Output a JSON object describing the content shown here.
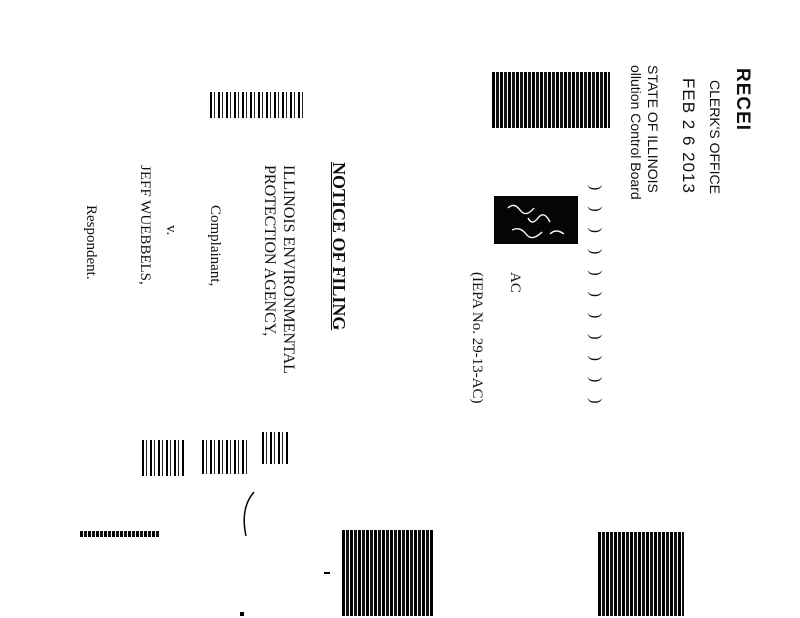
{
  "stamp": {
    "received": "RECEI",
    "clerks_office": "CLERK'S OFFICE",
    "date": "FEB 2 6 2013",
    "state": "STATE OF ILLINOIS",
    "board": "ollution Control Board"
  },
  "document": {
    "title": "NOTICE OF FILING",
    "complainant_line1": "ILLINOIS ENVIRONMENTAL",
    "complainant_line2": "PROTECTION AGENCY,",
    "complainant_role": "Complainant,",
    "versus": "v.",
    "respondent_name": "JEFF WUEBBELS,",
    "respondent_role": "Respondent.",
    "case_suffix": "AC",
    "iepa_number": "(IEPA No. 29-13-AC)"
  }
}
